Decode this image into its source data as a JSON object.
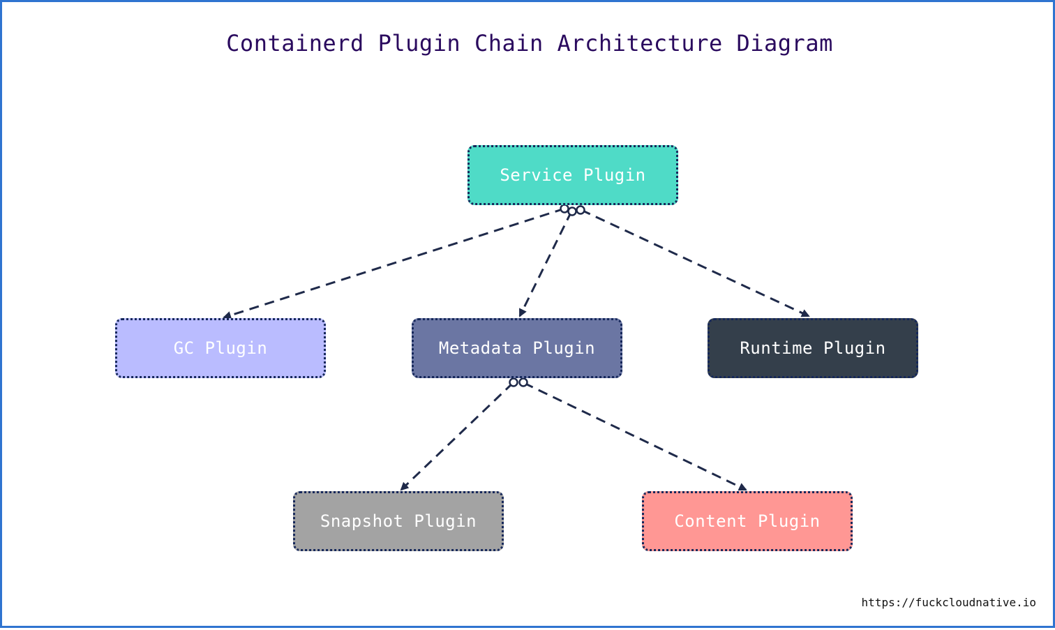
{
  "diagram": {
    "title": "Containerd Plugin Chain Architecture Diagram",
    "nodes": [
      {
        "id": "service",
        "label": "Service Plugin",
        "color": "#4fdbc7"
      },
      {
        "id": "gc",
        "label": "GC Plugin",
        "color": "#babcff"
      },
      {
        "id": "metadata",
        "label": "Metadata Plugin",
        "color": "#6b76a3"
      },
      {
        "id": "runtime",
        "label": "Runtime Plugin",
        "color": "#343f4b"
      },
      {
        "id": "snapshot",
        "label": "Snapshot Plugin",
        "color": "#a3a3a3"
      },
      {
        "id": "content",
        "label": "Content Plugin",
        "color": "#ff9794"
      }
    ],
    "edges": [
      {
        "from": "service",
        "to": "gc"
      },
      {
        "from": "service",
        "to": "metadata"
      },
      {
        "from": "service",
        "to": "runtime"
      },
      {
        "from": "metadata",
        "to": "snapshot"
      },
      {
        "from": "metadata",
        "to": "content"
      }
    ],
    "edge_color": "#1f2a4a",
    "border_color": "#2f74d0"
  },
  "footer": {
    "watermark": "https://fuckcloudnative.io"
  }
}
